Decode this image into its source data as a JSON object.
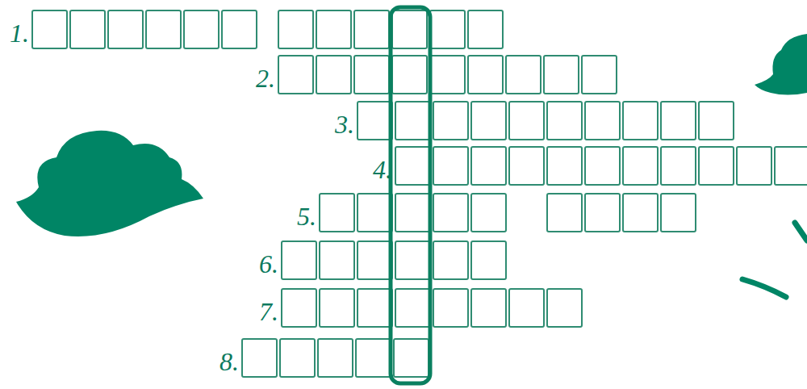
{
  "diagram": {
    "labels": [
      "1.",
      "2.",
      "3.",
      "4.",
      "5.",
      "6.",
      "7.",
      "8."
    ]
  }
}
